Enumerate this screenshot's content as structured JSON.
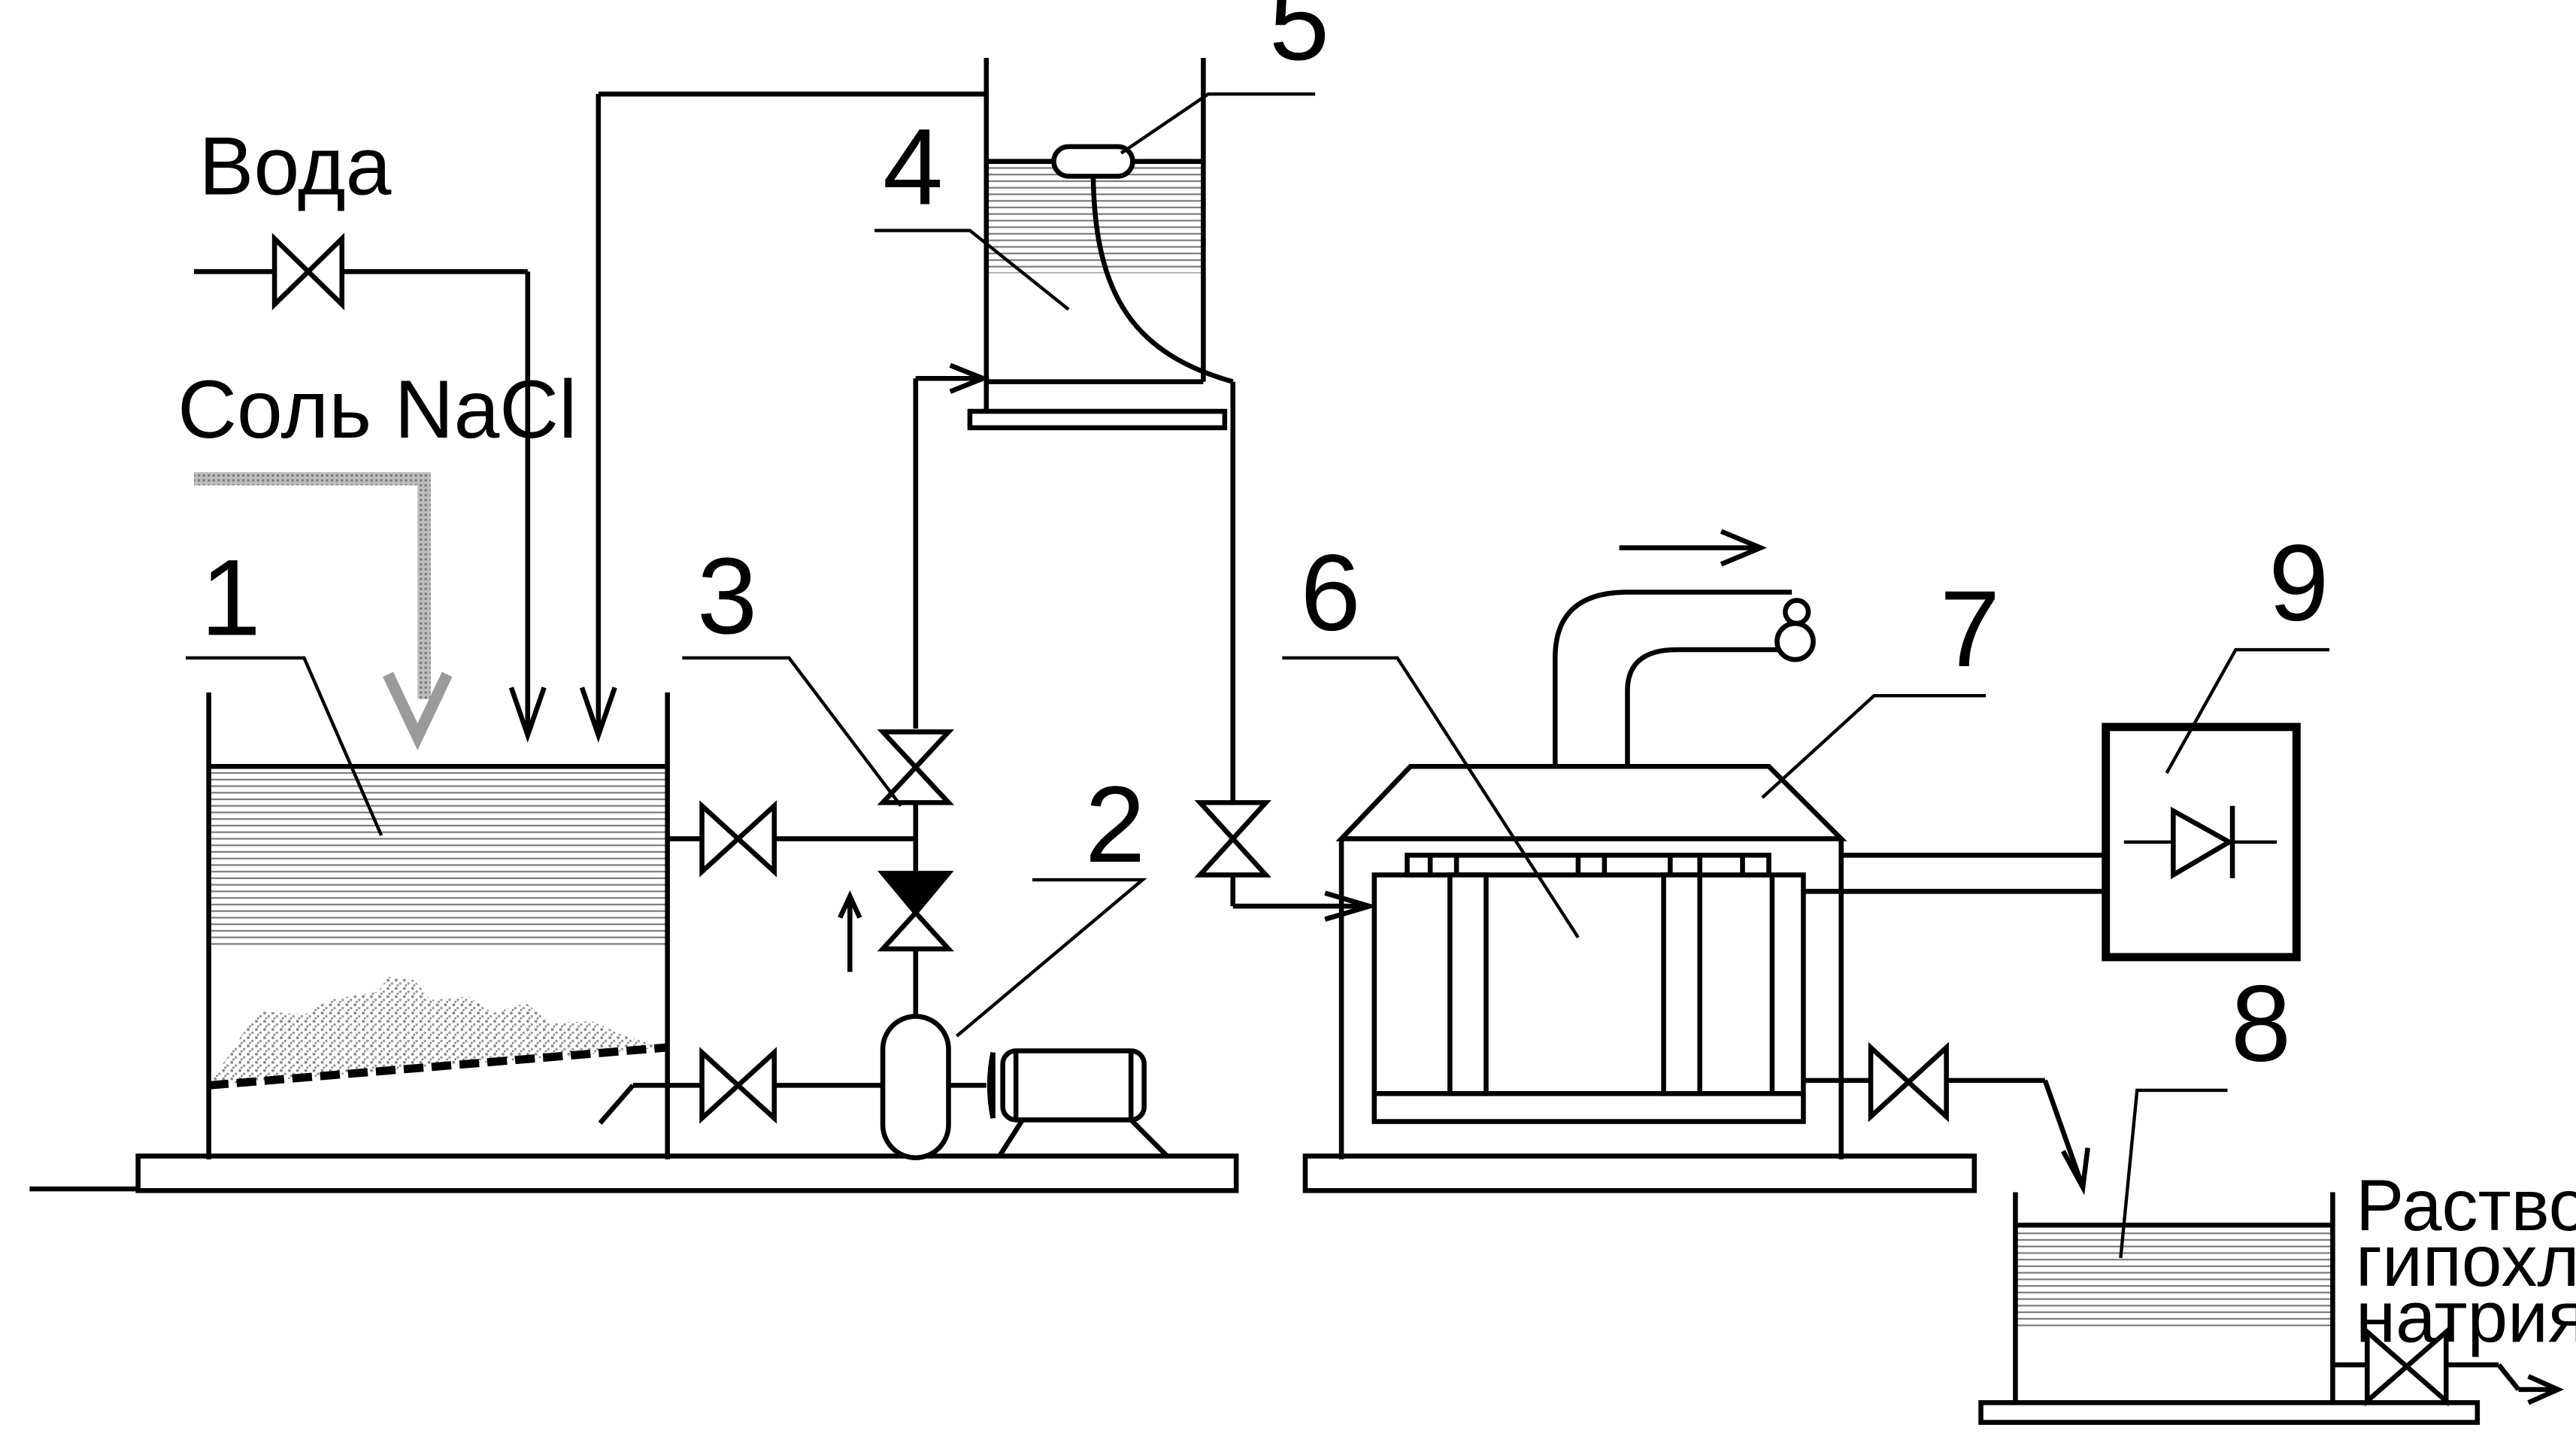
{
  "labels": {
    "water": "Вода",
    "salt": "Соль NaCl",
    "solution_line1": "Раствор",
    "solution_line2": "гипохлорита",
    "solution_line3": "натрия"
  },
  "numbers": {
    "n1": "1",
    "n2": "2",
    "n3": "3",
    "n4": "4",
    "n5": "5",
    "n6": "6",
    "n7": "7",
    "n8": "8",
    "n9": "9"
  },
  "colors": {
    "line": "#000000",
    "liquid_hatch": "#6b6b6b",
    "salt_flow": "#8c8c8c",
    "sediment": "#9a9a9a"
  }
}
